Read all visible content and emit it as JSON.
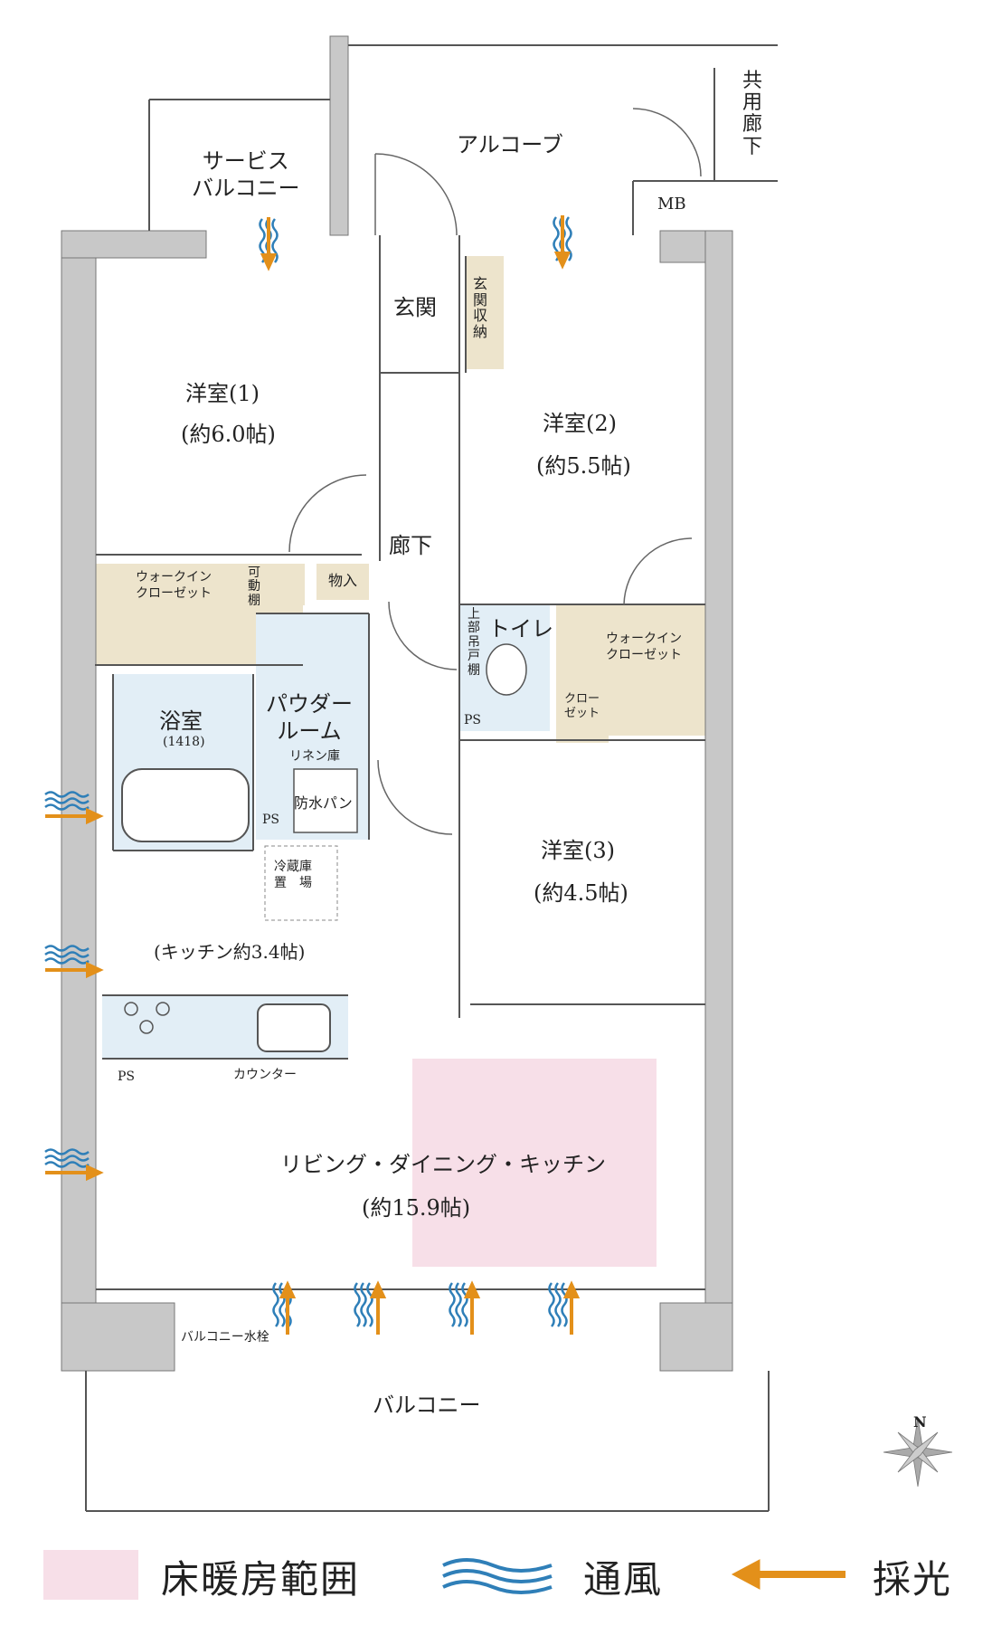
{
  "rooms": {
    "alcove": "アルコーブ",
    "common_corridor": "共用廊下",
    "mb": "MB",
    "service_balcony": "サービス\nバルコニー",
    "entrance": "玄関",
    "entrance_storage": "玄関収納",
    "western1": "洋室(1)",
    "western1_size": "(約6.0帖)",
    "western2": "洋室(2)",
    "western2_size": "(約5.5帖)",
    "corridor": "廊下",
    "wic1": "ウォークイン\nクローゼット",
    "movable_shelf": "可動棚",
    "storage": "物入",
    "toilet": "トイレ",
    "upper_shelf": "上部吊戸棚",
    "wic2": "ウォークイン\nクローゼット",
    "closet": "クロー\nゼット",
    "bath": "浴室",
    "bath_size": "(1418)",
    "powder": "パウダー\nルーム",
    "linen": "リネン庫",
    "waterproof_pan": "防水パン",
    "ps": "PS",
    "fridge": "冷蔵庫\n置　場",
    "western3": "洋室(3)",
    "western3_size": "(約4.5帖)",
    "kitchen": "(キッチン約3.4帖)",
    "counter": "カウンター",
    "ldk": "リビング・ダイニング・キッチン",
    "ldk_size": "(約15.9帖)",
    "balcony_faucet": "バルコニー水栓",
    "balcony": "バルコニー"
  },
  "north": "N",
  "legend": {
    "floor_heating": "床暖房範囲",
    "ventilation": "通風",
    "daylight": "採光"
  },
  "colors": {
    "wall": "#c8c8c8",
    "storage": "#ede4cc",
    "wet": "#e2eef6",
    "floor_heating": "#f7dfe8",
    "vent": "#2f7fb8",
    "light": "#e3901a"
  }
}
